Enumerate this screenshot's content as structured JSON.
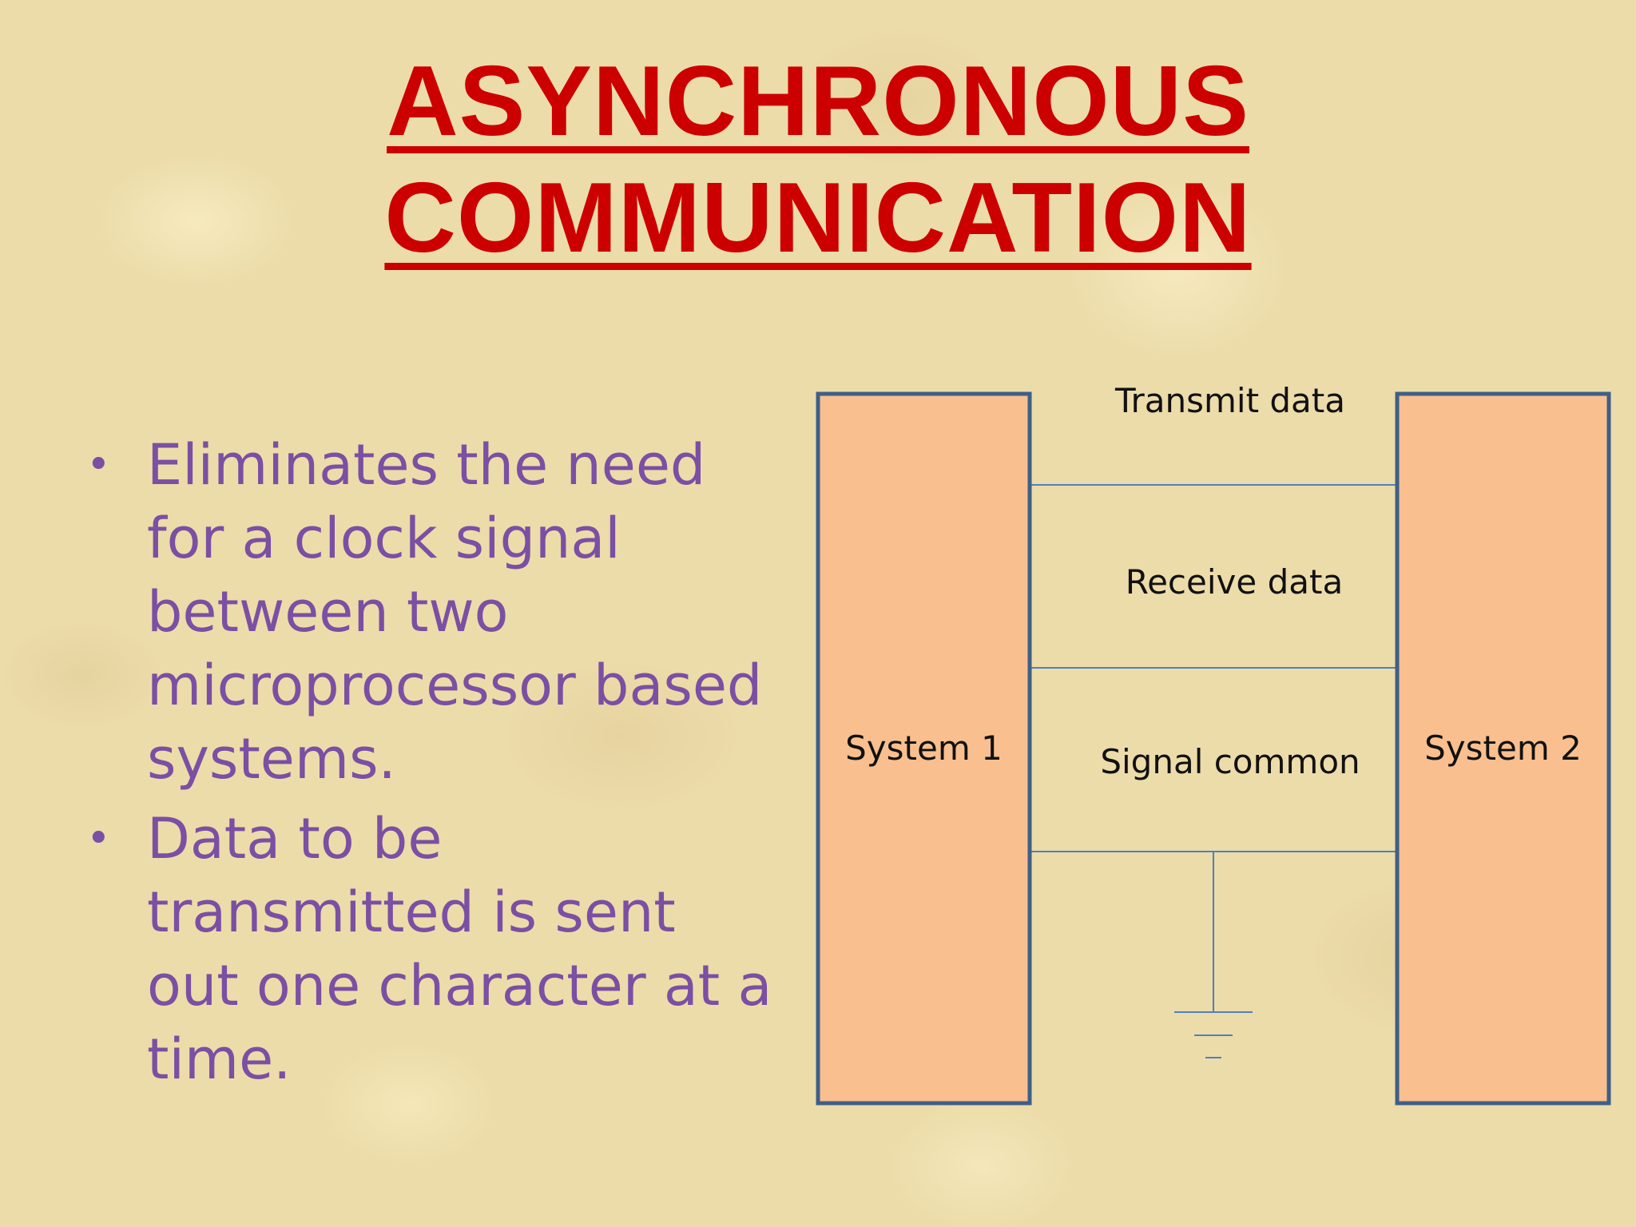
{
  "slide": {
    "title_line1": "ASYNCHRONOUS",
    "title_line2": "COMMUNICATION",
    "bullets": [
      "Eliminates the need for a clock signal between two microprocessor based systems.",
      "Data to be transmitted is sent out one character at a time."
    ],
    "bullet_glyph": "•"
  },
  "diagram": {
    "system_left": "System 1",
    "system_right": "System 2",
    "line_transmit": "Transmit data",
    "line_receive": "Receive data",
    "line_common": "Signal common"
  },
  "colors": {
    "title": "#cc0000",
    "bullet_text": "#7b4fa3",
    "system_fill": "#f9bf8f",
    "system_border": "#3f5f86",
    "wire": "#4f81bd"
  }
}
